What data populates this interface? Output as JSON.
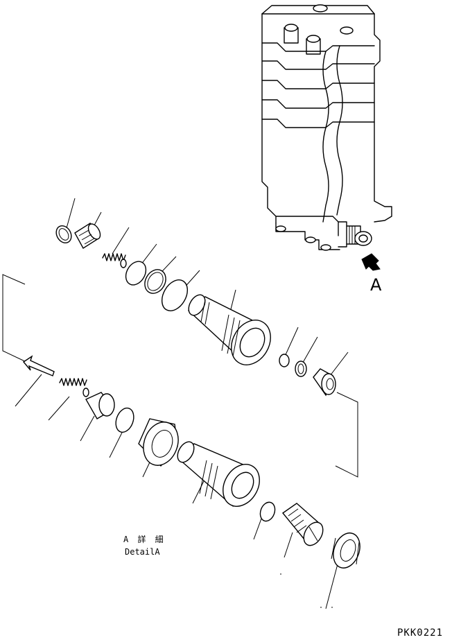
{
  "view_label": "A",
  "detail": {
    "japanese": "A 詳 細",
    "english": "DetailA"
  },
  "drawing_code": "PKK0221",
  "arrow_icon": "view-arrow-icon"
}
